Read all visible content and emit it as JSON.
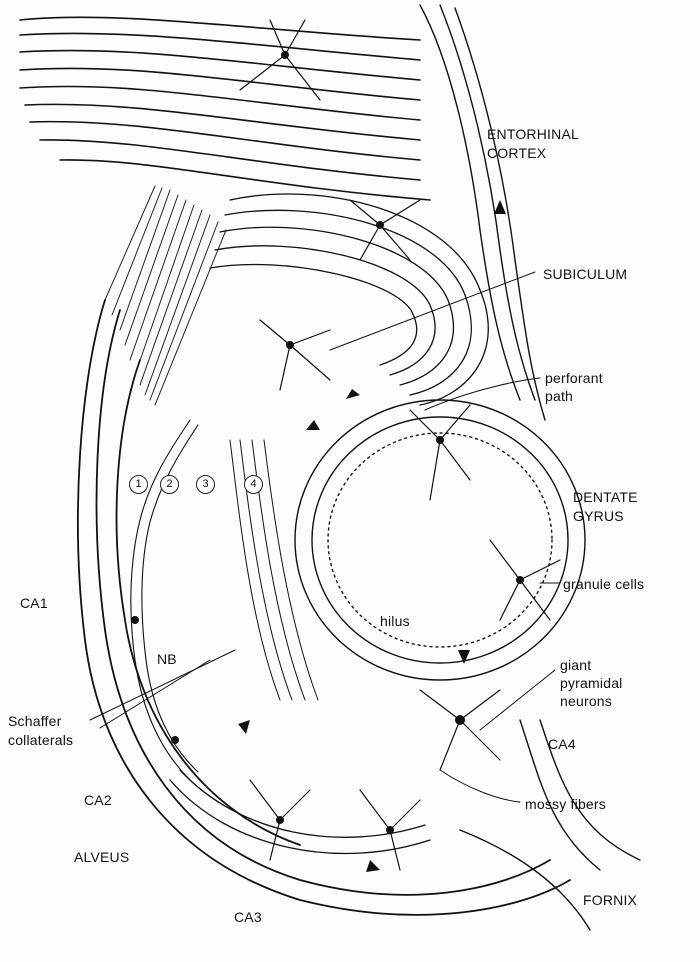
{
  "labels": {
    "entorhinal_line1": "ENTORHINAL",
    "entorhinal_line2": "CORTEX",
    "subiculum": "SUBICULUM",
    "perforant_line1": "perforant",
    "perforant_line2": "path",
    "dentate_line1": "DENTATE",
    "dentate_line2": "GYRUS",
    "granule_cells": "granule cells",
    "ca1": "CA1",
    "hilus": "hilus",
    "giant_line1": "giant",
    "giant_line2": "pyramidal",
    "giant_line3": "neurons",
    "nb": "NB",
    "schaffer_line1": "Schaffer",
    "schaffer_line2": "collaterals",
    "ca4": "CA4",
    "ca2": "CA2",
    "mossy_fibers": "mossy fibers",
    "alveus": "ALVEUS",
    "fornix": "FORNIX",
    "ca3": "CA3"
  },
  "layer_markers": [
    "1",
    "2",
    "3",
    "4"
  ],
  "colors": {
    "ink": "#111111",
    "paper": "#fdfdfd",
    "hatch": "#222222"
  }
}
